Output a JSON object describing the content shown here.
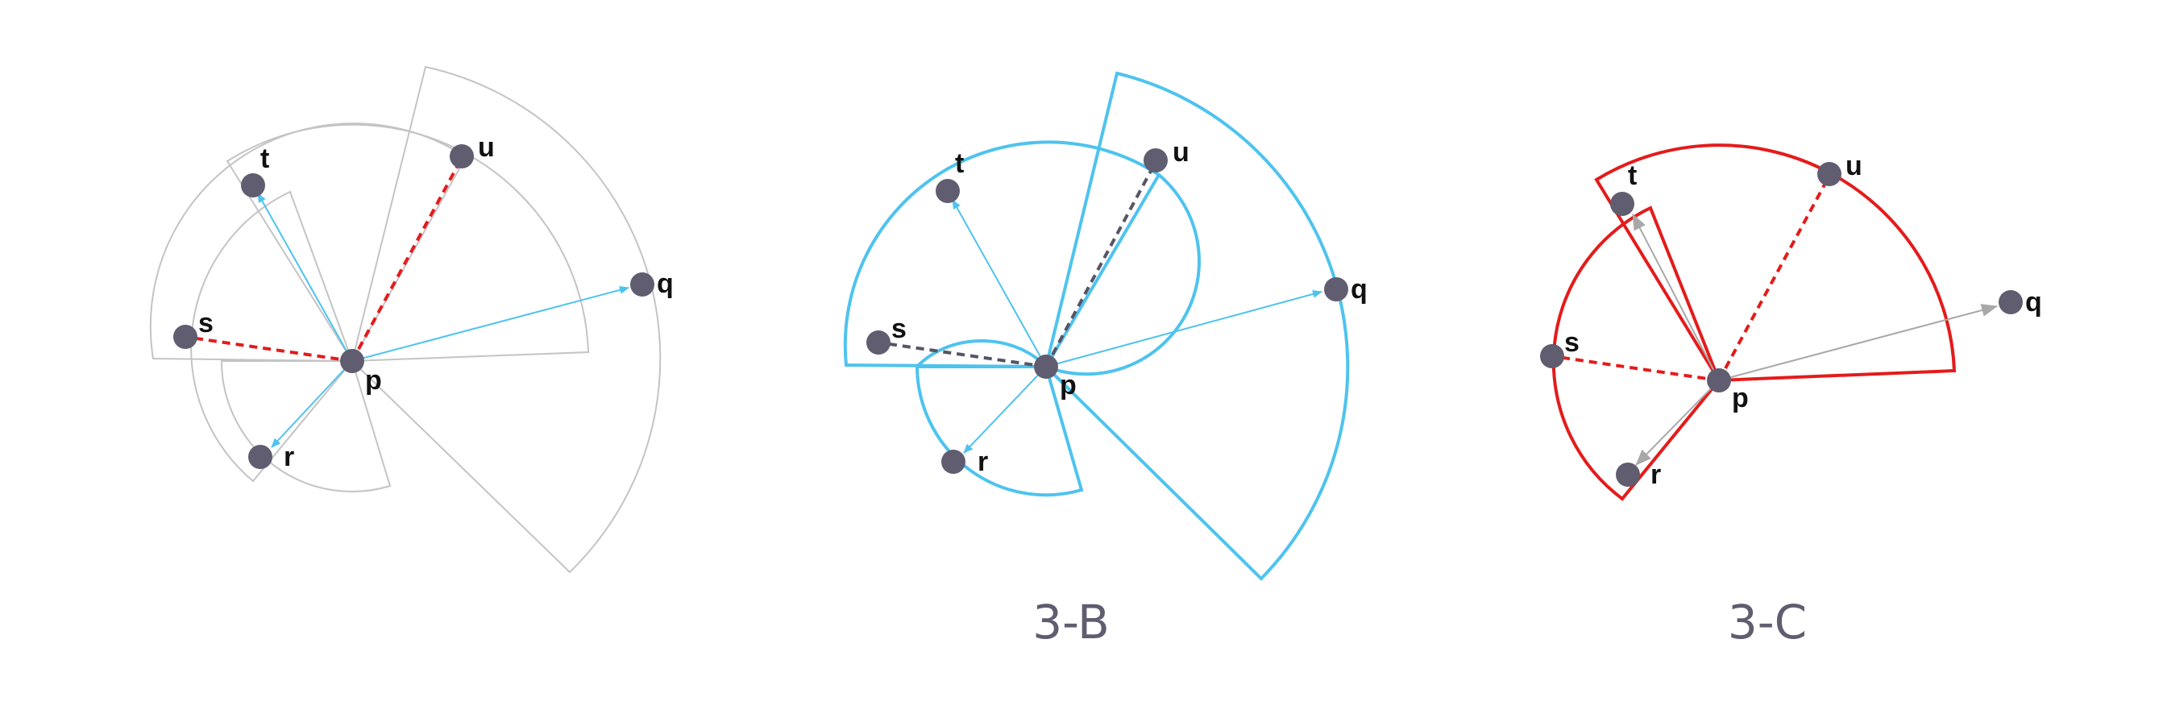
{
  "colors": {
    "node": "#5f5d6f",
    "sector_gray": "#c4c4c4",
    "sector_blue": "#4ec3ee",
    "sector_red": "#e41b1b",
    "dash_red": "#e41b1b",
    "dash_dark": "#555566",
    "arrow_blue": "#4ec3ee",
    "arrow_gray": "#a8a8a8",
    "caption": "#5f5d6f"
  },
  "panels": [
    {
      "caption": "",
      "sector_color": "sector_gray",
      "arrow_color": "arrow_blue",
      "dash_color": "dash_red",
      "nodes": [
        {
          "name": "p",
          "label": "p"
        },
        {
          "name": "q",
          "label": "q"
        },
        {
          "name": "r",
          "label": "r"
        },
        {
          "name": "s",
          "label": "s"
        },
        {
          "name": "t",
          "label": "t"
        },
        {
          "name": "u",
          "label": "u"
        }
      ],
      "arrows": [
        {
          "from": "p",
          "to": "t"
        },
        {
          "from": "p",
          "to": "q"
        },
        {
          "from": "p",
          "to": "r"
        }
      ],
      "dashed": [
        {
          "from": "p",
          "to": "u"
        },
        {
          "from": "p",
          "to": "s"
        }
      ]
    },
    {
      "caption": "3-B",
      "sector_color": "sector_blue",
      "arrow_color": "arrow_blue",
      "dash_color": "dash_dark",
      "nodes": [
        {
          "name": "p",
          "label": "p"
        },
        {
          "name": "q",
          "label": "q"
        },
        {
          "name": "r",
          "label": "r"
        },
        {
          "name": "s",
          "label": "s"
        },
        {
          "name": "t",
          "label": "t"
        },
        {
          "name": "u",
          "label": "u"
        }
      ],
      "arrows": [
        {
          "from": "p",
          "to": "t"
        },
        {
          "from": "p",
          "to": "q"
        },
        {
          "from": "p",
          "to": "r"
        }
      ],
      "dashed": [
        {
          "from": "p",
          "to": "u"
        },
        {
          "from": "p",
          "to": "s"
        }
      ]
    },
    {
      "caption": "3-C",
      "sector_color": "sector_red",
      "arrow_color": "arrow_gray",
      "dash_color": "dash_red",
      "nodes": [
        {
          "name": "p",
          "label": "p"
        },
        {
          "name": "q",
          "label": "q"
        },
        {
          "name": "r",
          "label": "r"
        },
        {
          "name": "s",
          "label": "s"
        },
        {
          "name": "t",
          "label": "t"
        },
        {
          "name": "u",
          "label": "u"
        }
      ],
      "arrows": [
        {
          "from": "p",
          "to": "t"
        },
        {
          "from": "p",
          "to": "q"
        },
        {
          "from": "p",
          "to": "r"
        }
      ],
      "dashed": [
        {
          "from": "p",
          "to": "u"
        },
        {
          "from": "p",
          "to": "s"
        }
      ]
    }
  ]
}
